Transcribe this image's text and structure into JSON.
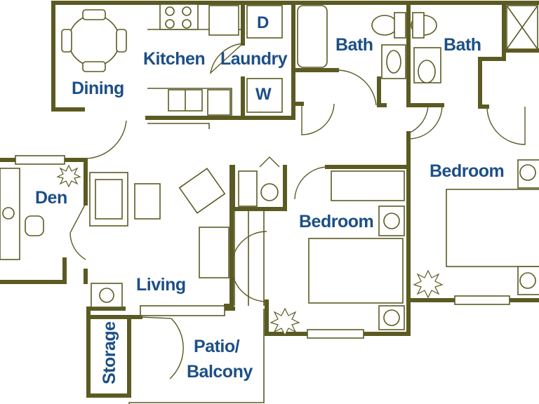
{
  "rooms": {
    "dining": "Dining",
    "kitchen": "Kitchen",
    "laundry": "Laundry",
    "bath_1": "Bath",
    "bath_2": "Bath",
    "den": "Den",
    "bedroom_1": "Bedroom",
    "bedroom_2": "Bedroom",
    "living": "Living",
    "storage": "Storage",
    "patio_line1": "Patio/",
    "patio_line2": "Balcony"
  },
  "appliances": {
    "dryer": "D",
    "washer": "W"
  },
  "colors": {
    "wall": "#5b5a22",
    "label": "#1c4f86",
    "background": "#ffffff"
  }
}
